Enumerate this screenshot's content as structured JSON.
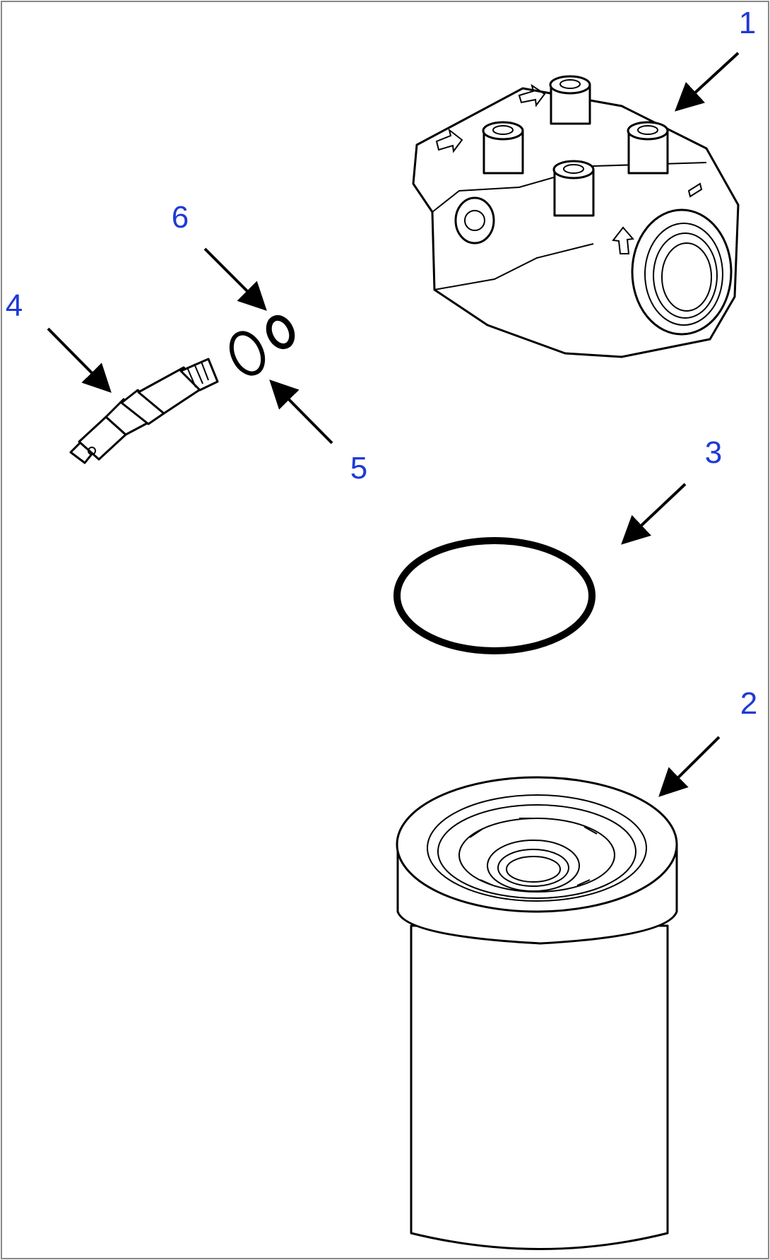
{
  "diagram": {
    "callouts": [
      {
        "id": "1",
        "label": "1"
      },
      {
        "id": "2",
        "label": "2"
      },
      {
        "id": "3",
        "label": "3"
      },
      {
        "id": "4",
        "label": "4"
      },
      {
        "id": "5",
        "label": "5"
      },
      {
        "id": "6",
        "label": "6"
      }
    ]
  },
  "colors": {
    "callout_text": "#1e3ad6",
    "line": "#000000",
    "background": "#ffffff"
  }
}
